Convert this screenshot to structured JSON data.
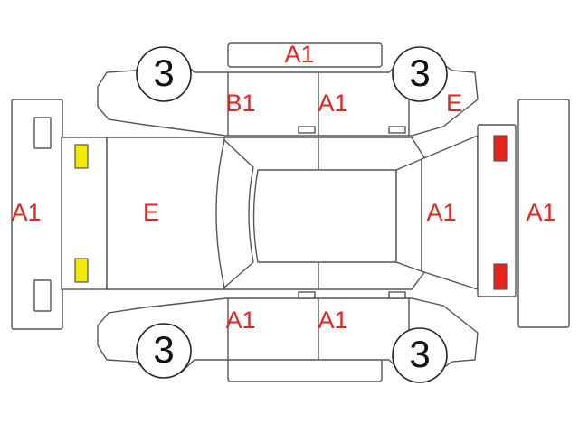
{
  "colors": {
    "mark_text": "#e8231b",
    "front_lamp": "#f2ea00",
    "rear_lamp": "#e8231b",
    "outline": "#555555"
  },
  "marks": {
    "roof_top": "A1",
    "rear_left_door": "B1",
    "front_left_door": "A1",
    "left_front_fender": "E",
    "rear_bumper": "A1",
    "trunk_lid": "E",
    "windshield": "A1",
    "front_bumper": "A1",
    "rear_right_door": "A1",
    "front_right_door": "A1"
  },
  "tires": {
    "rear_left": "3",
    "front_left": "3",
    "rear_right": "3",
    "front_right": "3"
  }
}
